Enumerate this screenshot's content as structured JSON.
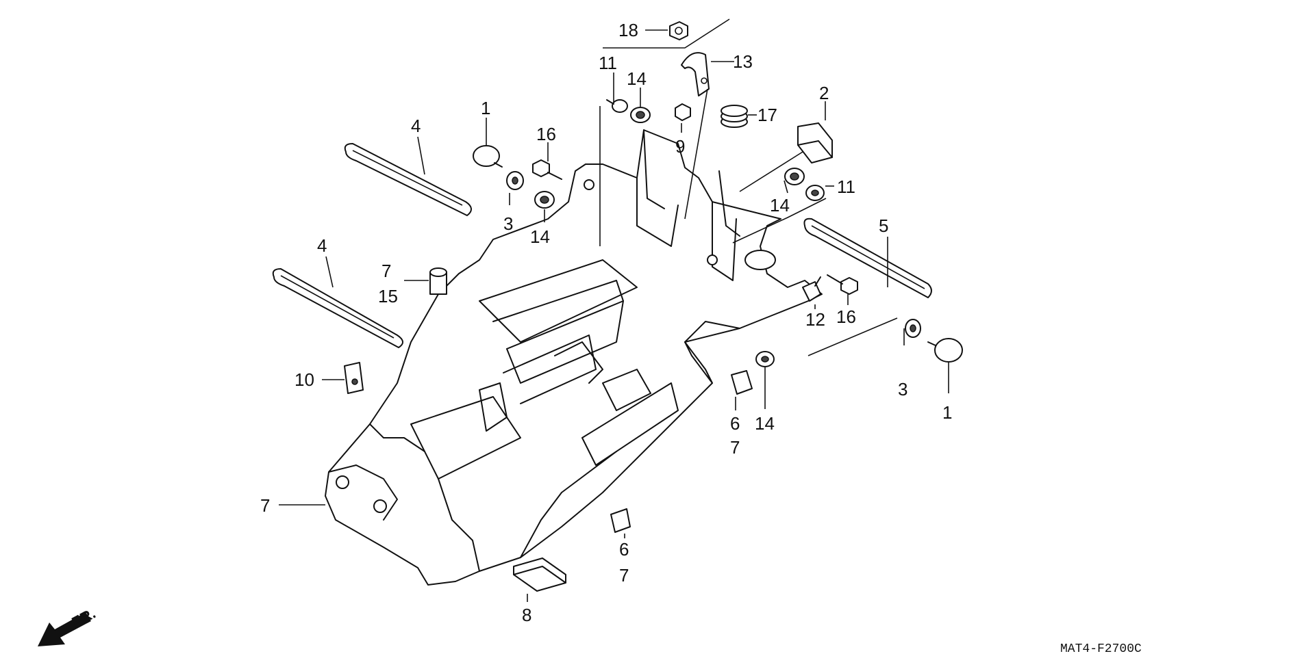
{
  "diagram": {
    "callouts": [
      "18",
      "13",
      "11",
      "14",
      "9",
      "17",
      "2",
      "1",
      "16",
      "4",
      "3",
      "14",
      "14",
      "11",
      "5",
      "4",
      "7",
      "15",
      "12",
      "16",
      "10",
      "3",
      "1",
      "6",
      "7",
      "14",
      "7",
      "6",
      "7",
      "8"
    ],
    "front_marker": "FR.",
    "diagram_code": "MAT4-F2700C"
  }
}
